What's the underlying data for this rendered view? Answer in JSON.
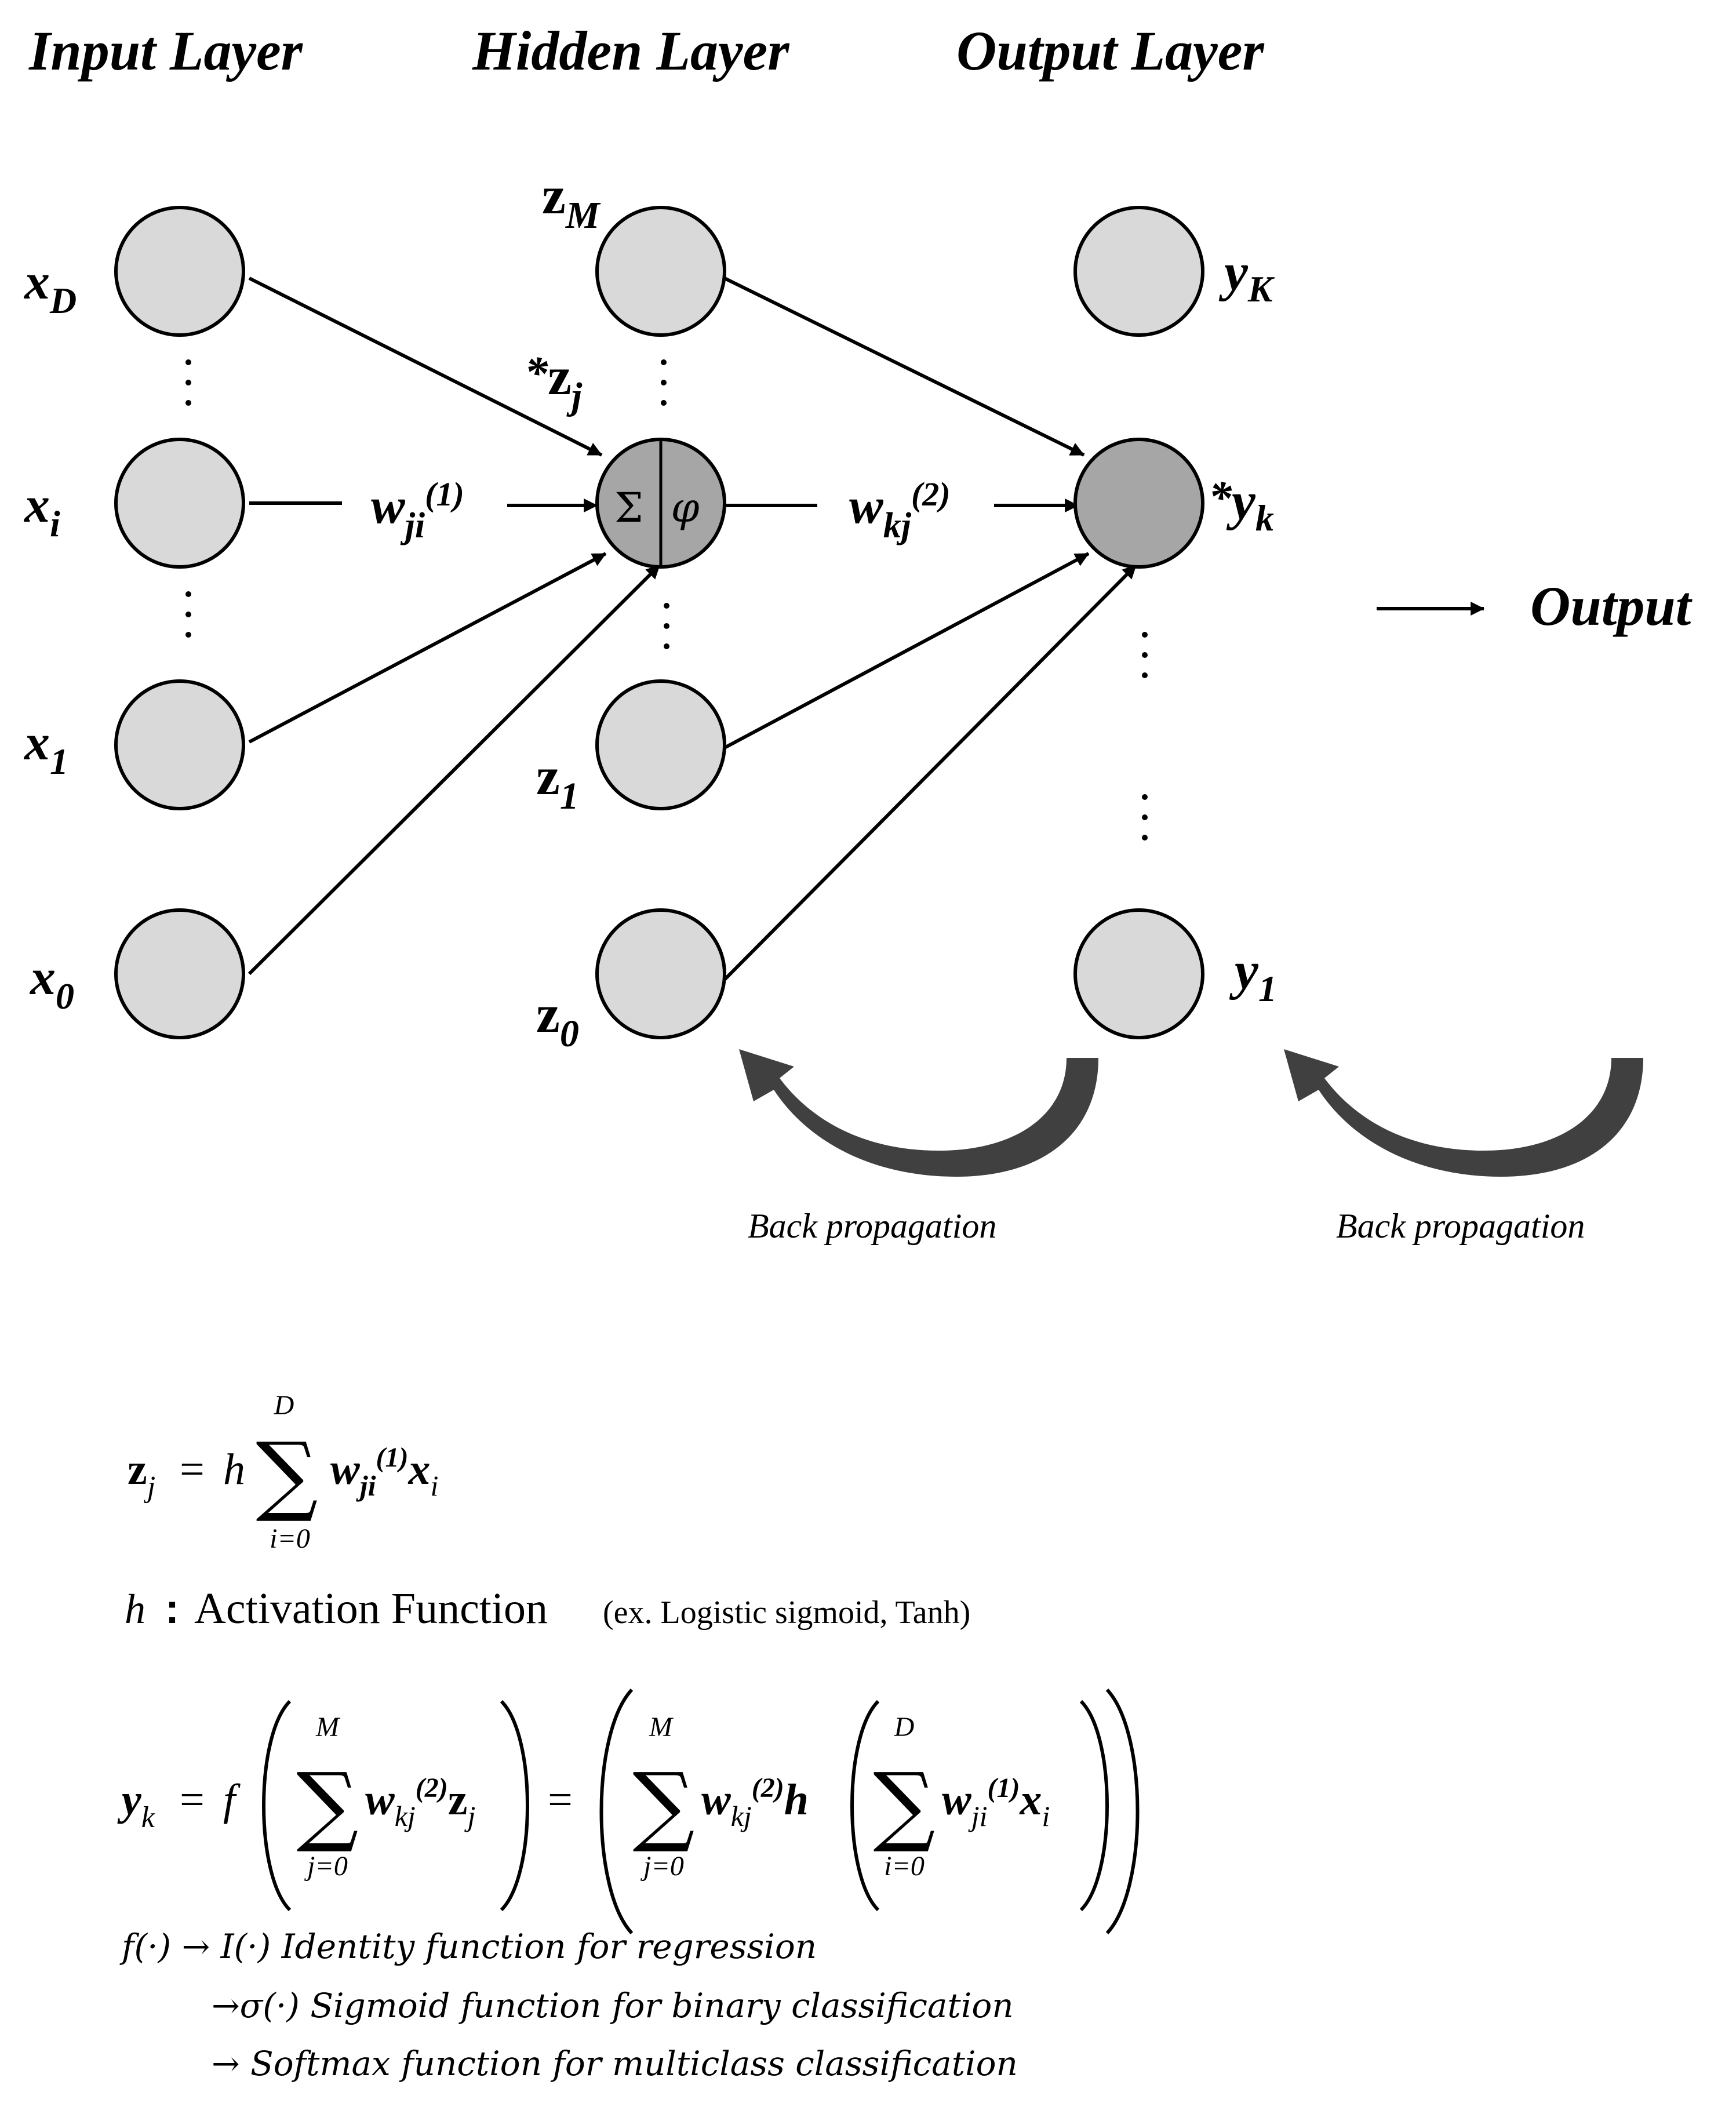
{
  "headers": {
    "input": "Input Layer",
    "hidden": "Hidden Layer",
    "output": "Output Layer"
  },
  "output_label": "Output",
  "node_labels": {
    "x_D": {
      "base": "x",
      "sub": "D"
    },
    "x_i": {
      "base": "x",
      "sub": "i"
    },
    "x_1": {
      "base": "x",
      "sub": "1"
    },
    "x_0": {
      "base": "x",
      "sub": "0"
    },
    "z_M": {
      "base": "z",
      "sub": "M"
    },
    "z_j": {
      "star": "*",
      "base": "z",
      "sub": "j"
    },
    "z_1": {
      "base": "z",
      "sub": "1"
    },
    "z_0": {
      "base": "z",
      "sub": "0"
    },
    "y_K": {
      "base": "y",
      "sub": "K"
    },
    "y_k": {
      "star": "*",
      "base": "y",
      "sub": "k"
    },
    "y_1": {
      "base": "y",
      "sub": "1"
    }
  },
  "hidden_node_symbols": {
    "sum": "Σ",
    "phi": "φ"
  },
  "weights": {
    "w1": {
      "base": "w",
      "sub": "ji",
      "sup": "(1)"
    },
    "w2": {
      "base": "w",
      "sub": "kj",
      "sup": "(2)"
    }
  },
  "back_propagation_label": "Back propagation",
  "equations": {
    "eq1": {
      "lhs": "z",
      "lhs_sub": "j",
      "eq": "=",
      "h": "h",
      "sum_top": "D",
      "sum_bottom": "i=0",
      "sigma": "∑",
      "w": "w",
      "w_sub": "ji",
      "w_sup": "(1)",
      "x": "x",
      "x_sub": "i"
    },
    "activation": {
      "h": "h",
      "colon": ":",
      "text": "Activation Function",
      "example": "(ex. Logistic sigmoid, Tanh)"
    },
    "eq2": {
      "lhs": "y",
      "lhs_sub": "k",
      "eq": "=",
      "f": "f",
      "sigma": "∑",
      "sum1_top": "M",
      "sum1_bottom": "j=0",
      "w2": "w",
      "w2_sub": "kj",
      "w2_sup": "(2)",
      "z": "z",
      "z_sub": "j",
      "eq2": "=",
      "sum2_top": "M",
      "sum2_bottom": "j=0",
      "h": "h",
      "sum3_top": "D",
      "sum3_bottom": "i=0",
      "w1": "w",
      "w1_sub": "ji",
      "w1_sup": "(1)",
      "x": "x",
      "x_sub": "i"
    },
    "f_notes": {
      "line1": "f(·) → I(·) Identity function for regression",
      "line2": "→σ(·) Sigmoid function for binary classification",
      "line3": "→ Softmax function for multiclass classification"
    }
  },
  "colors": {
    "node_fill": "#d9d9d9",
    "active_node_fill": "#a6a6a6",
    "stroke": "#000000",
    "curved_arrow": "#404040"
  }
}
